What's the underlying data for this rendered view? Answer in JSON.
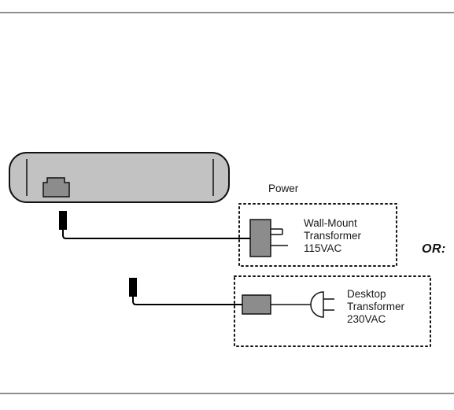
{
  "labels": {
    "power": "Power",
    "wall_mount": [
      "Wall-Mount",
      "Transformer",
      "115VAC"
    ],
    "desktop": [
      "Desktop",
      "Transformer",
      "230VAC"
    ],
    "or": "OR:"
  },
  "colors": {
    "device_fill": "#c2c2c2",
    "component_fill": "#8c8c8c",
    "stroke": "#111111",
    "rule": "#222222"
  },
  "icons": {
    "power_port": "rj-style-power-jack",
    "dc_connector": "barrel-plug",
    "wall_adapter": "wall-plug-adapter",
    "ac_plug": "two-prong-ac-plug"
  }
}
